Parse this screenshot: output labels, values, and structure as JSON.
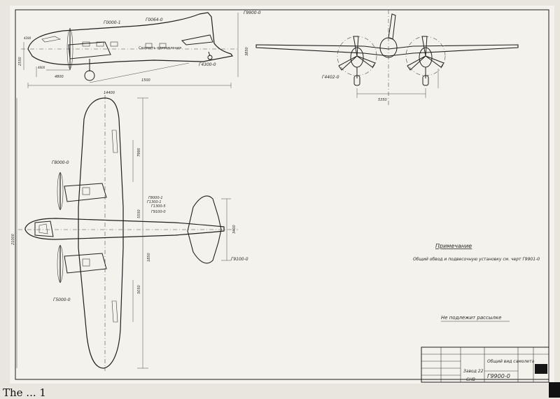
{
  "drawing": {
    "side_view": {
      "part_labels": [
        "Г0000-1",
        "Г0064-0",
        "Г9900-0",
        "Скорость приземления",
        "Г4300-0"
      ],
      "dimensions": [
        "4800",
        "1500",
        "14400",
        "3850",
        "2550"
      ],
      "small_labels": [
        "4800",
        "4280"
      ]
    },
    "front_view": {
      "part_labels": [
        "Г4402-0"
      ],
      "dimensions": [
        "5350"
      ]
    },
    "plan_view": {
      "part_labels": [
        "Г8000-0",
        "Г8000-1",
        "Г1300-1",
        "Г1300-5",
        "Г9100-0",
        "Г9100-0",
        "Г5000-0"
      ],
      "dimensions": [
        "21000",
        "5550",
        "7995",
        "5050",
        "3400",
        "1850"
      ]
    },
    "notes": {
      "heading": "Примечание",
      "line": "Общий обвод и подвесочную установку см. черт Г9901-0",
      "secondary": "Не подлежит рассылке"
    },
    "title_block": {
      "drawing_number": "Г9900-0",
      "title": "Общий вид самолета",
      "factory": "Завод 22",
      "sheet": "СНВ"
    }
  },
  "caption": "The ... 1"
}
